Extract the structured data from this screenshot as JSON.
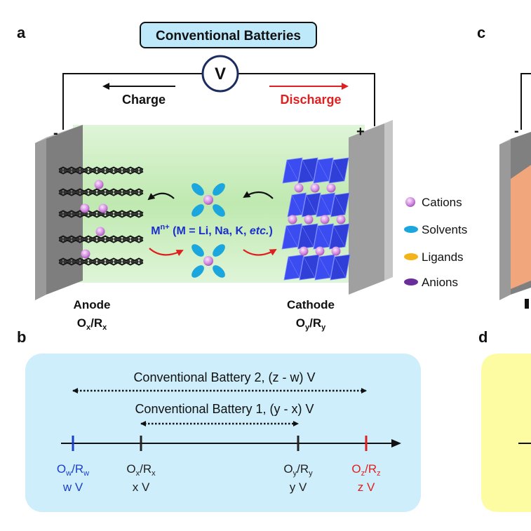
{
  "panels": {
    "a": "a",
    "b": "b",
    "c": "c",
    "d": "d"
  },
  "title": "Conventional Batteries",
  "voltmeter": "V",
  "charge": "Charge",
  "discharge": "Discharge",
  "minus": "-",
  "plus": "+",
  "ion_label": {
    "main": "M",
    "sup": "n+",
    "rest": " (M = Li, Na, K, ",
    "etc": "etc.",
    "close": ")"
  },
  "anode": {
    "title": "Anode",
    "o": "O",
    "osub": "x",
    "r": "/R",
    "rsub": "x"
  },
  "cathode": {
    "title": "Cathode",
    "o": "O",
    "osub": "y",
    "r": "/R",
    "rsub": "y"
  },
  "legend": [
    {
      "label": "Cations",
      "color": "#d58be0"
    },
    {
      "label": "Solvents",
      "color": "#1ba6dd"
    },
    {
      "label": "Ligands",
      "color": "#f3b418"
    },
    {
      "label": "Anions",
      "color": "#6a2e9a"
    }
  ],
  "battery2": "Conventional Battery 2, (z - w) V",
  "battery1": "Conventional Battery 1, (y - x) V",
  "axis": [
    {
      "key": "w",
      "o": "O",
      "r": "/R",
      "sub": "w",
      "volt": "w V",
      "color": "#1c3fc9"
    },
    {
      "key": "x",
      "o": "O",
      "r": "/R",
      "sub": "x",
      "volt": "x V",
      "color": "#222222"
    },
    {
      "key": "y",
      "o": "O",
      "r": "/R",
      "sub": "y",
      "volt": "y V",
      "color": "#222222"
    },
    {
      "key": "z",
      "o": "O",
      "r": "/R",
      "sub": "z",
      "volt": "z V",
      "color": "#e02020"
    }
  ],
  "panel_c": {
    "minus": "-"
  },
  "panel_d": {
    "minus": "-"
  },
  "colors": {
    "electrolyte": "#c9eebd",
    "box_b": "#cdeefa",
    "box_d": "#fdfca2",
    "discharge": "#e02020",
    "ion_text": "#1c2fcc"
  }
}
